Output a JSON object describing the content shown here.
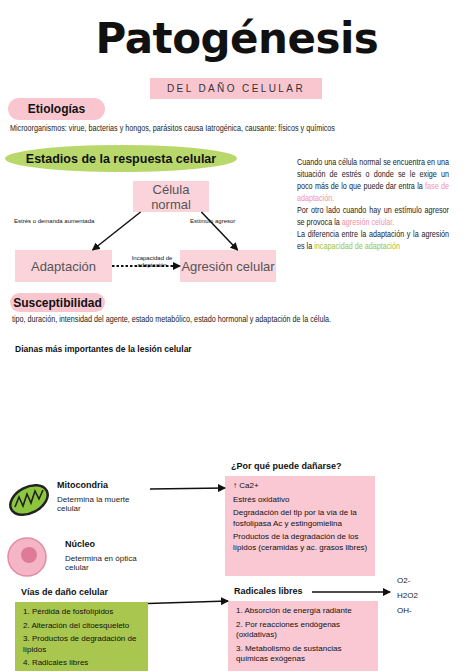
{
  "diagram": {
    "title": "Patogénesis",
    "nodes": [
      {
        "text": [
          "DEL DAÑO CELULAR"
        ]
      },
      {
        "text": [
          "Etiologías"
        ]
      },
      {
        "text": [
          "Estadios de la respuesta celular"
        ]
      },
      {
        "text": [
          "Célula normal"
        ]
      },
      {
        "text": [
          "Adaptación"
        ]
      },
      {
        "text": [
          "Agresión celular"
        ]
      },
      {
        "text": [
          "Susceptibilidad"
        ]
      },
      {
        "text": [
          "Mitocondria",
          "Determina la muerte celular"
        ]
      },
      {
        "text": [
          "¿Por qué puede dañarse?",
          "↑ Ca2+",
          "Estrés oxidativo",
          "Degradación del tlp por la vía de la fosfolipasa Ac y estingomielina",
          "Productos de la degradación de los lípidos (ceramidas y ac. grasos libres)"
        ]
      },
      {
        "text": [
          "Núcleo",
          "Determina en óptica celular"
        ]
      },
      {
        "text": [
          "Vías de daño celular",
          "1. Pérdida de fosfolípidos",
          "2. Alteración del citoesqueleto",
          "3. Productos de degradación de lípidos",
          "4. Radicales libres"
        ]
      },
      {
        "text": [
          "Radicales libres",
          "1. Absorción de energía radiante",
          "2. Por reacciones endógenas (oxidativas)",
          "3. Metabolismo de sustancias químicas exógenas"
        ]
      }
    ],
    "edges": [
      {
        "from": 3,
        "to": 4,
        "label": "Estrés o demanda aumentada",
        "arrow": "to"
      },
      {
        "from": 3,
        "to": 5,
        "label": "Estímulo agresor",
        "arrow": "to"
      },
      {
        "from": 4,
        "to": 5,
        "label": "Incapacidad de adaptación",
        "arrow": "to"
      },
      {
        "from": 7,
        "to": 8,
        "arrow": "to"
      },
      {
        "from": 10,
        "to": 11,
        "arrow": "to"
      }
    ],
    "labels": [
      "Microorganismos: virue, bacterias y hongos, parásitos causa Iatrogénica, causante: físicos y químicos",
      "Cuando una célula normal se encuentra en una situación de estrés o donde se le exige un poco más de lo que puede dar entra la",
      "fase de adaptación.",
      "Por otro lado cuando hay un estímulo agresor se provoca la",
      "agresión celular.",
      "La diferencia entre la adaptación y la agresión es la",
      "incapacidad de adaptación",
      "tipo, duración, intensidad del agente, estado metabólico, estado hormonal y adaptación de la célula.",
      "Dianas más importantes de la lesión celular",
      "O2-",
      "H2O2",
      "OH-"
    ]
  }
}
